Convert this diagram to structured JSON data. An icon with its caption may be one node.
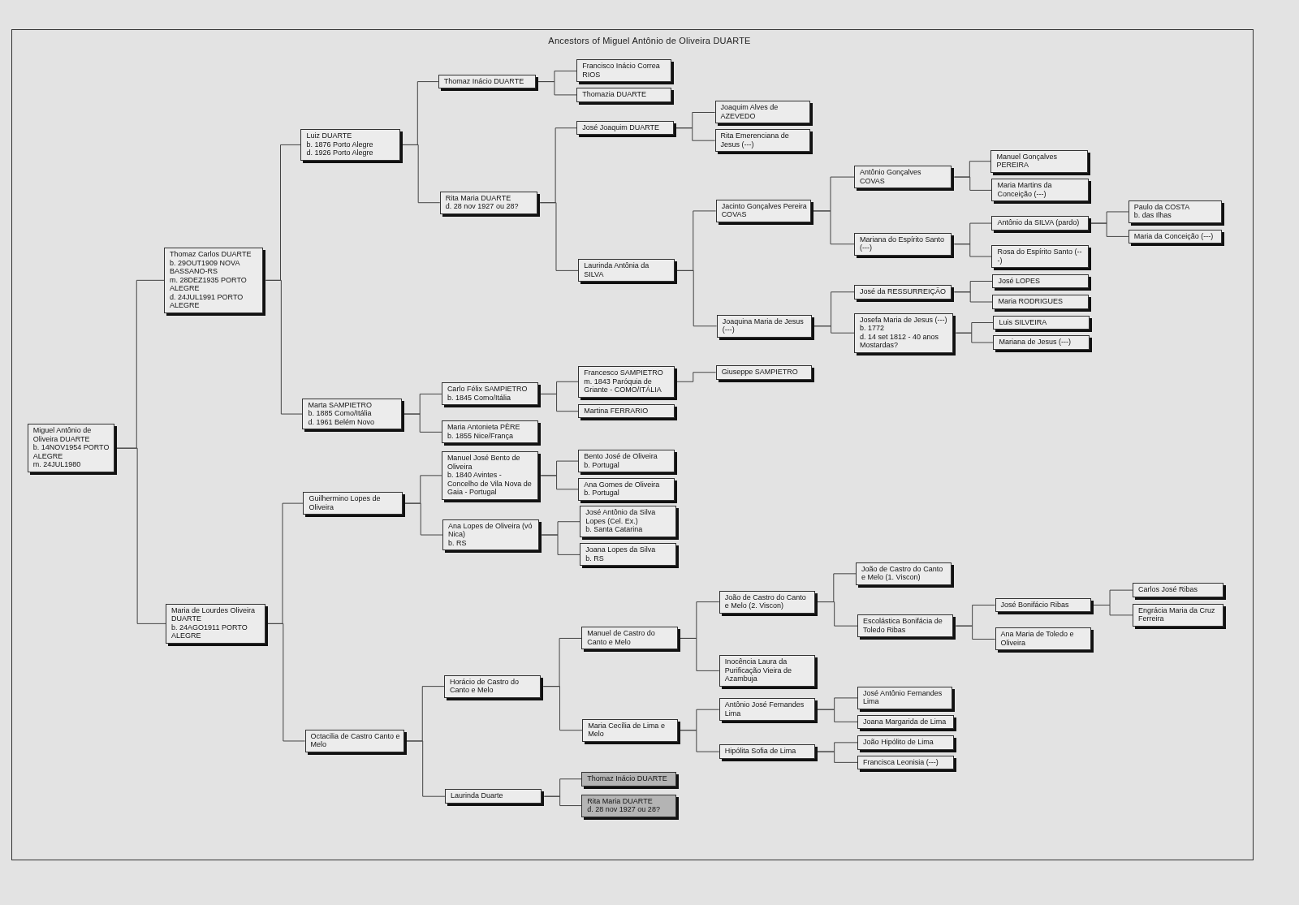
{
  "diagram": {
    "title": "Ancestors of Miguel Antônio de Oliveira DUARTE",
    "nodes": [
      {
        "text": [
          "Miguel Antônio de Oliveira DUARTE",
          "b. 14NOV1954 PORTO ALEGRE",
          "m. 24JUL1980"
        ]
      },
      {
        "text": [
          "Thomaz Carlos DUARTE",
          "b. 29OUT1909 NOVA BASSANO-RS",
          "m. 28DEZ1935 PORTO ALEGRE",
          "d. 24JUL1991 PORTO ALEGRE"
        ]
      },
      {
        "text": [
          "Luiz DUARTE",
          "b. 1876 Porto Alegre",
          "d. 1926 Porto Alegre"
        ]
      },
      {
        "text": [
          "Thomaz Inácio DUARTE"
        ]
      },
      {
        "text": [
          "Francisco Inácio Correa RIOS"
        ]
      },
      {
        "text": [
          "Thomazia DUARTE"
        ]
      },
      {
        "text": [
          "Rita Maria DUARTE",
          "d. 28 nov 1927 ou 28?"
        ]
      },
      {
        "text": [
          "José Joaquim DUARTE"
        ]
      },
      {
        "text": [
          "Joaquim Alves de AZEVEDO"
        ]
      },
      {
        "text": [
          "Rita Emerenciana de Jesus (---)"
        ]
      },
      {
        "text": [
          "Laurinda Antônia da SILVA"
        ]
      },
      {
        "text": [
          "Jacinto Gonçalves Pereira COVAS"
        ]
      },
      {
        "text": [
          "Antônio Gonçalves COVAS"
        ]
      },
      {
        "text": [
          "Manuel Gonçalves PEREIRA"
        ]
      },
      {
        "text": [
          "Maria Martins da Conceição (---)"
        ]
      },
      {
        "text": [
          "Mariana do Espírito Santo (---)"
        ]
      },
      {
        "text": [
          "Antônio da SILVA (pardo)"
        ]
      },
      {
        "text": [
          "Paulo da COSTA",
          "b. das Ilhas"
        ]
      },
      {
        "text": [
          "Maria da Conceição (---)"
        ]
      },
      {
        "text": [
          "Rosa do Espírito Santo (---)"
        ]
      },
      {
        "text": [
          "Joaquina Maria de Jesus (---)"
        ]
      },
      {
        "text": [
          "José da RESSURREIÇÃO"
        ]
      },
      {
        "text": [
          "José LOPES"
        ]
      },
      {
        "text": [
          "Maria RODRIGUES"
        ]
      },
      {
        "text": [
          "Josefa Maria de Jesus (---)",
          "b. 1772",
          "d. 14 set 1812 - 40 anos Mostardas?"
        ]
      },
      {
        "text": [
          "Luis SILVEIRA"
        ]
      },
      {
        "text": [
          "Mariana de Jesus (---)"
        ]
      },
      {
        "text": [
          "Marta SAMPIETRO",
          "b. 1885 Como/Itália",
          "d. 1961 Belém Novo"
        ]
      },
      {
        "text": [
          "Carlo Félix SAMPIETRO",
          "b. 1845 Como/Itália"
        ]
      },
      {
        "text": [
          "Francesco SAMPIETRO",
          "m. 1843 Paróquia de Griante - COMO/ITÁLIA"
        ]
      },
      {
        "text": [
          "Giuseppe SAMPIETRO"
        ]
      },
      {
        "text": [
          "Martina FERRARIO"
        ]
      },
      {
        "text": [
          "Maria Antonieta PÈRE",
          "b. 1855 Nice/França"
        ]
      },
      {
        "text": [
          "Maria de Lourdes Oliveira DUARTE",
          "b. 24AGO1911 PORTO ALEGRE"
        ]
      },
      {
        "text": [
          "Guilhermino Lopes de Oliveira"
        ]
      },
      {
        "text": [
          "Manuel José Bento de Oliveira",
          "b. 1840 Avintes - Concelho de Vila Nova de Gaia - Portugal"
        ]
      },
      {
        "text": [
          "Bento José de Oliveira",
          "b. Portugal"
        ]
      },
      {
        "text": [
          "Ana Gomes de Oliveira",
          "b. Portugal"
        ]
      },
      {
        "text": [
          "Ana Lopes de Oliveira (vó Nica)",
          "b. RS"
        ]
      },
      {
        "text": [
          "José Antônio da Silva Lopes (Cel. Ex.)",
          "b. Santa Catarina"
        ]
      },
      {
        "text": [
          "Joana Lopes da Silva",
          "b. RS"
        ]
      },
      {
        "text": [
          "Octacilia de Castro Canto e Melo"
        ]
      },
      {
        "text": [
          "Horácio de Castro do Canto e Melo"
        ]
      },
      {
        "text": [
          "Manuel de Castro do Canto e Melo"
        ]
      },
      {
        "text": [
          "João de Castro do Canto e Melo (2. Viscon)"
        ]
      },
      {
        "text": [
          "João de Castro do Canto e Melo (1. Viscon)"
        ]
      },
      {
        "text": [
          "Escolástica Bonifácia de Toledo Ribas"
        ]
      },
      {
        "text": [
          "José Bonifácio Ribas"
        ]
      },
      {
        "text": [
          "Carlos José Ribas"
        ]
      },
      {
        "text": [
          "Engrácia Maria da Cruz Ferreira"
        ]
      },
      {
        "text": [
          "Ana Maria de Toledo e Oliveira"
        ]
      },
      {
        "text": [
          "Inocência Laura da Purificação Vieira de Azambuja"
        ]
      },
      {
        "text": [
          "Maria Cecília de Lima e Melo"
        ]
      },
      {
        "text": [
          "Antônio José Fernandes Lima"
        ]
      },
      {
        "text": [
          "José Antônio Fernandes Lima"
        ]
      },
      {
        "text": [
          "Joana Margarida de Lima"
        ]
      },
      {
        "text": [
          "Hipólita Sofia de Lima"
        ]
      },
      {
        "text": [
          "João Hipólito de Lima"
        ]
      },
      {
        "text": [
          "Francisca Leonisia (---)"
        ]
      },
      {
        "text": [
          "Laurinda Duarte"
        ]
      },
      {
        "text": [
          "Thomaz Inácio DUARTE"
        ]
      },
      {
        "text": [
          "Rita Maria DUARTE",
          "d. 28 nov 1927 ou 28?"
        ]
      }
    ],
    "edges": [
      {
        "from": 0,
        "to": 1,
        "arrow": "none"
      },
      {
        "from": 0,
        "to": 33,
        "arrow": "none"
      },
      {
        "from": 1,
        "to": 2,
        "arrow": "none"
      },
      {
        "from": 1,
        "to": 27,
        "arrow": "none"
      },
      {
        "from": 2,
        "to": 3,
        "arrow": "none"
      },
      {
        "from": 2,
        "to": 6,
        "arrow": "none"
      },
      {
        "from": 3,
        "to": 4,
        "arrow": "none"
      },
      {
        "from": 3,
        "to": 5,
        "arrow": "none"
      },
      {
        "from": 6,
        "to": 7,
        "arrow": "none"
      },
      {
        "from": 6,
        "to": 10,
        "arrow": "none"
      },
      {
        "from": 7,
        "to": 8,
        "arrow": "none"
      },
      {
        "from": 7,
        "to": 9,
        "arrow": "none"
      },
      {
        "from": 10,
        "to": 11,
        "arrow": "none"
      },
      {
        "from": 10,
        "to": 20,
        "arrow": "none"
      },
      {
        "from": 11,
        "to": 12,
        "arrow": "none"
      },
      {
        "from": 11,
        "to": 15,
        "arrow": "none"
      },
      {
        "from": 12,
        "to": 13,
        "arrow": "none"
      },
      {
        "from": 12,
        "to": 14,
        "arrow": "none"
      },
      {
        "from": 15,
        "to": 16,
        "arrow": "none"
      },
      {
        "from": 15,
        "to": 19,
        "arrow": "none"
      },
      {
        "from": 16,
        "to": 17,
        "arrow": "none"
      },
      {
        "from": 16,
        "to": 18,
        "arrow": "none"
      },
      {
        "from": 20,
        "to": 21,
        "arrow": "none"
      },
      {
        "from": 20,
        "to": 24,
        "arrow": "none"
      },
      {
        "from": 21,
        "to": 22,
        "arrow": "none"
      },
      {
        "from": 21,
        "to": 23,
        "arrow": "none"
      },
      {
        "from": 24,
        "to": 25,
        "arrow": "none"
      },
      {
        "from": 24,
        "to": 26,
        "arrow": "none"
      },
      {
        "from": 27,
        "to": 28,
        "arrow": "none"
      },
      {
        "from": 27,
        "to": 32,
        "arrow": "none"
      },
      {
        "from": 28,
        "to": 29,
        "arrow": "none"
      },
      {
        "from": 28,
        "to": 31,
        "arrow": "none"
      },
      {
        "from": 29,
        "to": 30,
        "arrow": "none"
      },
      {
        "from": 33,
        "to": 34,
        "arrow": "none"
      },
      {
        "from": 33,
        "to": 41,
        "arrow": "none"
      },
      {
        "from": 34,
        "to": 35,
        "arrow": "none"
      },
      {
        "from": 34,
        "to": 38,
        "arrow": "none"
      },
      {
        "from": 35,
        "to": 36,
        "arrow": "none"
      },
      {
        "from": 35,
        "to": 37,
        "arrow": "none"
      },
      {
        "from": 38,
        "to": 39,
        "arrow": "none"
      },
      {
        "from": 38,
        "to": 40,
        "arrow": "none"
      },
      {
        "from": 41,
        "to": 42,
        "arrow": "none"
      },
      {
        "from": 41,
        "to": 59,
        "arrow": "none"
      },
      {
        "from": 42,
        "to": 43,
        "arrow": "none"
      },
      {
        "from": 42,
        "to": 52,
        "arrow": "none"
      },
      {
        "from": 43,
        "to": 44,
        "arrow": "none"
      },
      {
        "from": 43,
        "to": 51,
        "arrow": "none"
      },
      {
        "from": 44,
        "to": 45,
        "arrow": "none"
      },
      {
        "from": 44,
        "to": 46,
        "arrow": "none"
      },
      {
        "from": 46,
        "to": 47,
        "arrow": "none"
      },
      {
        "from": 46,
        "to": 50,
        "arrow": "none"
      },
      {
        "from": 47,
        "to": 48,
        "arrow": "none"
      },
      {
        "from": 47,
        "to": 49,
        "arrow": "none"
      },
      {
        "from": 52,
        "to": 53,
        "arrow": "none"
      },
      {
        "from": 52,
        "to": 56,
        "arrow": "none"
      },
      {
        "from": 53,
        "to": 54,
        "arrow": "none"
      },
      {
        "from": 53,
        "to": 55,
        "arrow": "none"
      },
      {
        "from": 56,
        "to": 57,
        "arrow": "none"
      },
      {
        "from": 56,
        "to": 58,
        "arrow": "none"
      },
      {
        "from": 59,
        "to": 60,
        "arrow": "none"
      },
      {
        "from": 59,
        "to": 61,
        "arrow": "none"
      }
    ]
  }
}
